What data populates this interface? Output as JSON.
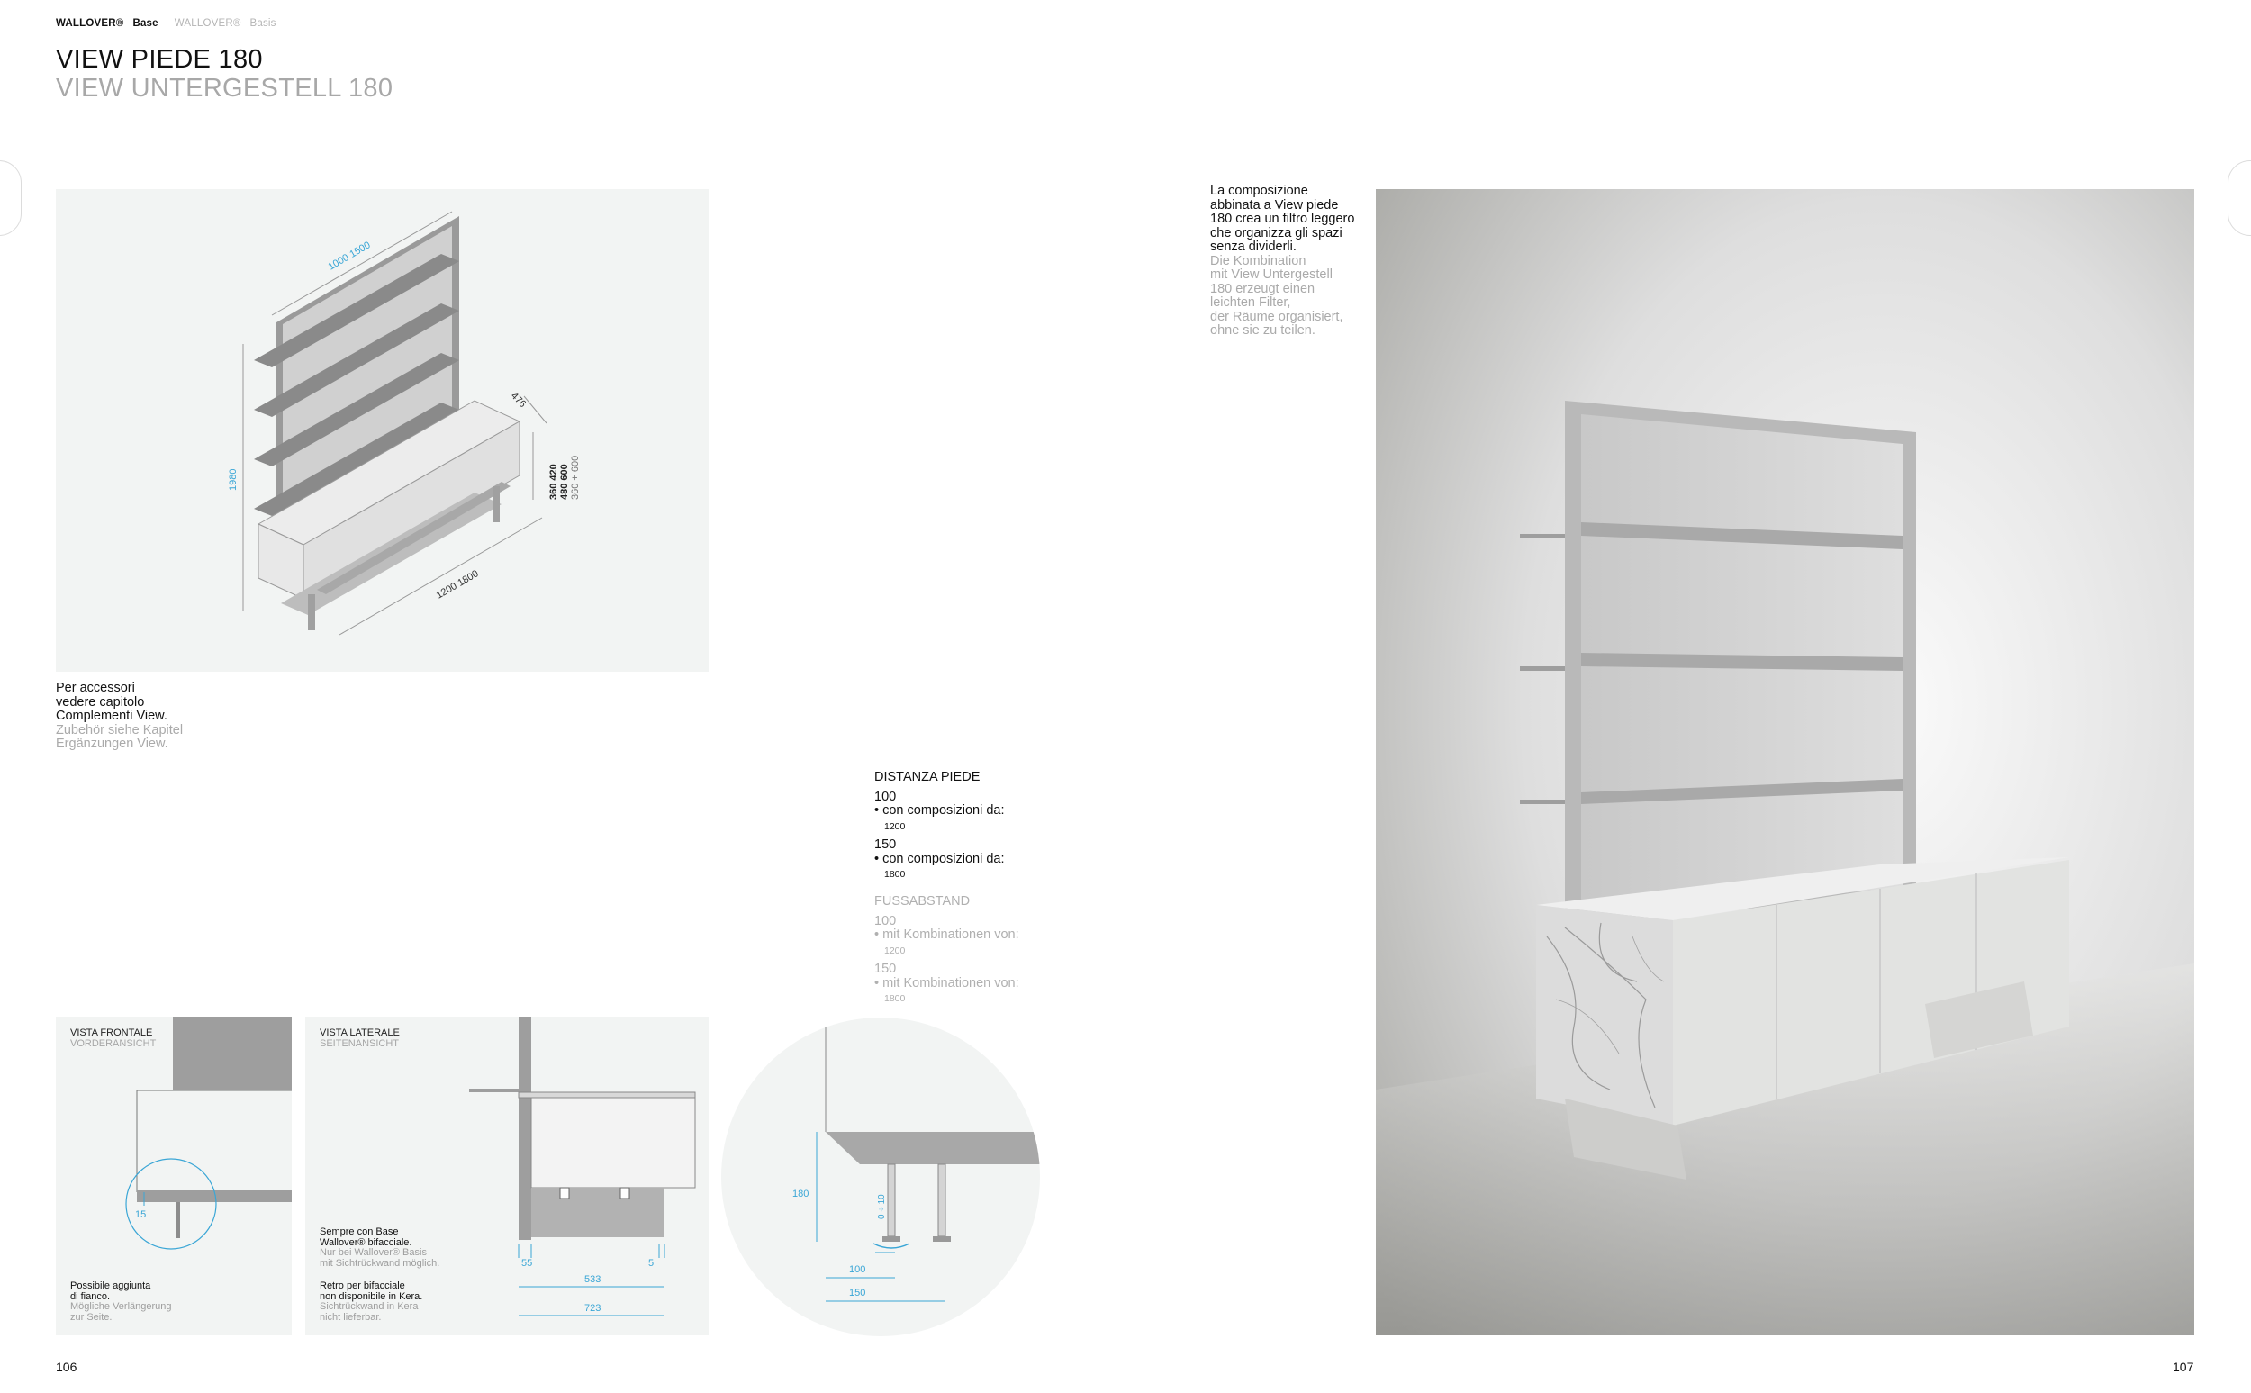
{
  "header": {
    "brand_it": "WALLOVER®",
    "label_it": "Base",
    "brand_de": "WALLOVER®",
    "label_de": "Basis"
  },
  "title": {
    "it": "VIEW PIEDE 180",
    "de": "VIEW UNTERGESTELL 180"
  },
  "iso_drawing": {
    "dim_width_top": "1000  1500",
    "dim_height": "1980",
    "dim_depth": "476",
    "dim_heights_1": "360  420",
    "dim_heights_2": "480  600",
    "dim_heights_3": "360 + 600",
    "dim_length": "1200  1800"
  },
  "accessories_note": {
    "it_1": "Per accessori",
    "it_2": "vedere capitolo",
    "it_3": "Complementi View.",
    "de_1": "Zubehör siehe Kapitel",
    "de_2": "Ergänzungen View."
  },
  "spec": {
    "title_it": "DISTANZA PIEDE",
    "v1_it": "100",
    "v1_desc_it": "• con composizioni da:",
    "v1_size_it": "1200",
    "v2_it": "150",
    "v2_desc_it": "• con composizioni da:",
    "v2_size_it": "1800",
    "title_de": "FUSSABSTAND",
    "v1_de": "100",
    "v1_desc_de": "• mit Kombinationen von:",
    "v1_size_de": "1200",
    "v2_de": "150",
    "v2_desc_de": "• mit Kombinationen von:",
    "v2_size_de": "1800"
  },
  "front_view": {
    "label_it": "VISTA FRONTALE",
    "label_de": "VORDERANSICHT",
    "dim": "15",
    "note_it_1": "Possibile aggiunta",
    "note_it_2": "di fianco.",
    "note_de_1": "Mögliche Verlängerung",
    "note_de_2": "zur Seite."
  },
  "side_view": {
    "label_it": "VISTA LATERALE",
    "label_de": "SEITENANSICHT",
    "note1_it_1": "Sempre con Base",
    "note1_it_2": "Wallover® bifacciale.",
    "note1_de_1": "Nur bei Wallover® Basis",
    "note1_de_2": "mit Sichtrückwand möglich.",
    "note2_it_1": "Retro per bifacciale",
    "note2_it_2": "non disponibile in Kera.",
    "note2_de_1": "Sichtrückwand in Kera",
    "note2_de_2": "nicht lieferbar.",
    "dim_55": "55",
    "dim_5": "5",
    "dim_533": "533",
    "dim_723": "723"
  },
  "detail_view": {
    "dim_180": "180",
    "dim_adjust": "0 ÷ 10",
    "dim_100": "100",
    "dim_150": "150"
  },
  "photo_caption": {
    "it_1": "La composizione",
    "it_2": "abbinata a View piede",
    "it_3": "180 crea un filtro leggero",
    "it_4": "che organizza gli spazi",
    "it_5": "senza dividerli.",
    "de_1": "Die Kombination",
    "de_2": "mit View Untergestell",
    "de_3": "180 erzeugt einen",
    "de_4": "leichten Filter,",
    "de_5": "der Räume organisiert,",
    "de_6": "ohne sie zu teilen."
  },
  "pages": {
    "left": "106",
    "right": "107"
  },
  "colors": {
    "dimension_blue": "#3aa6d6",
    "panel_bg": "#f2f4f3",
    "grey_text": "#aaaaaa"
  }
}
